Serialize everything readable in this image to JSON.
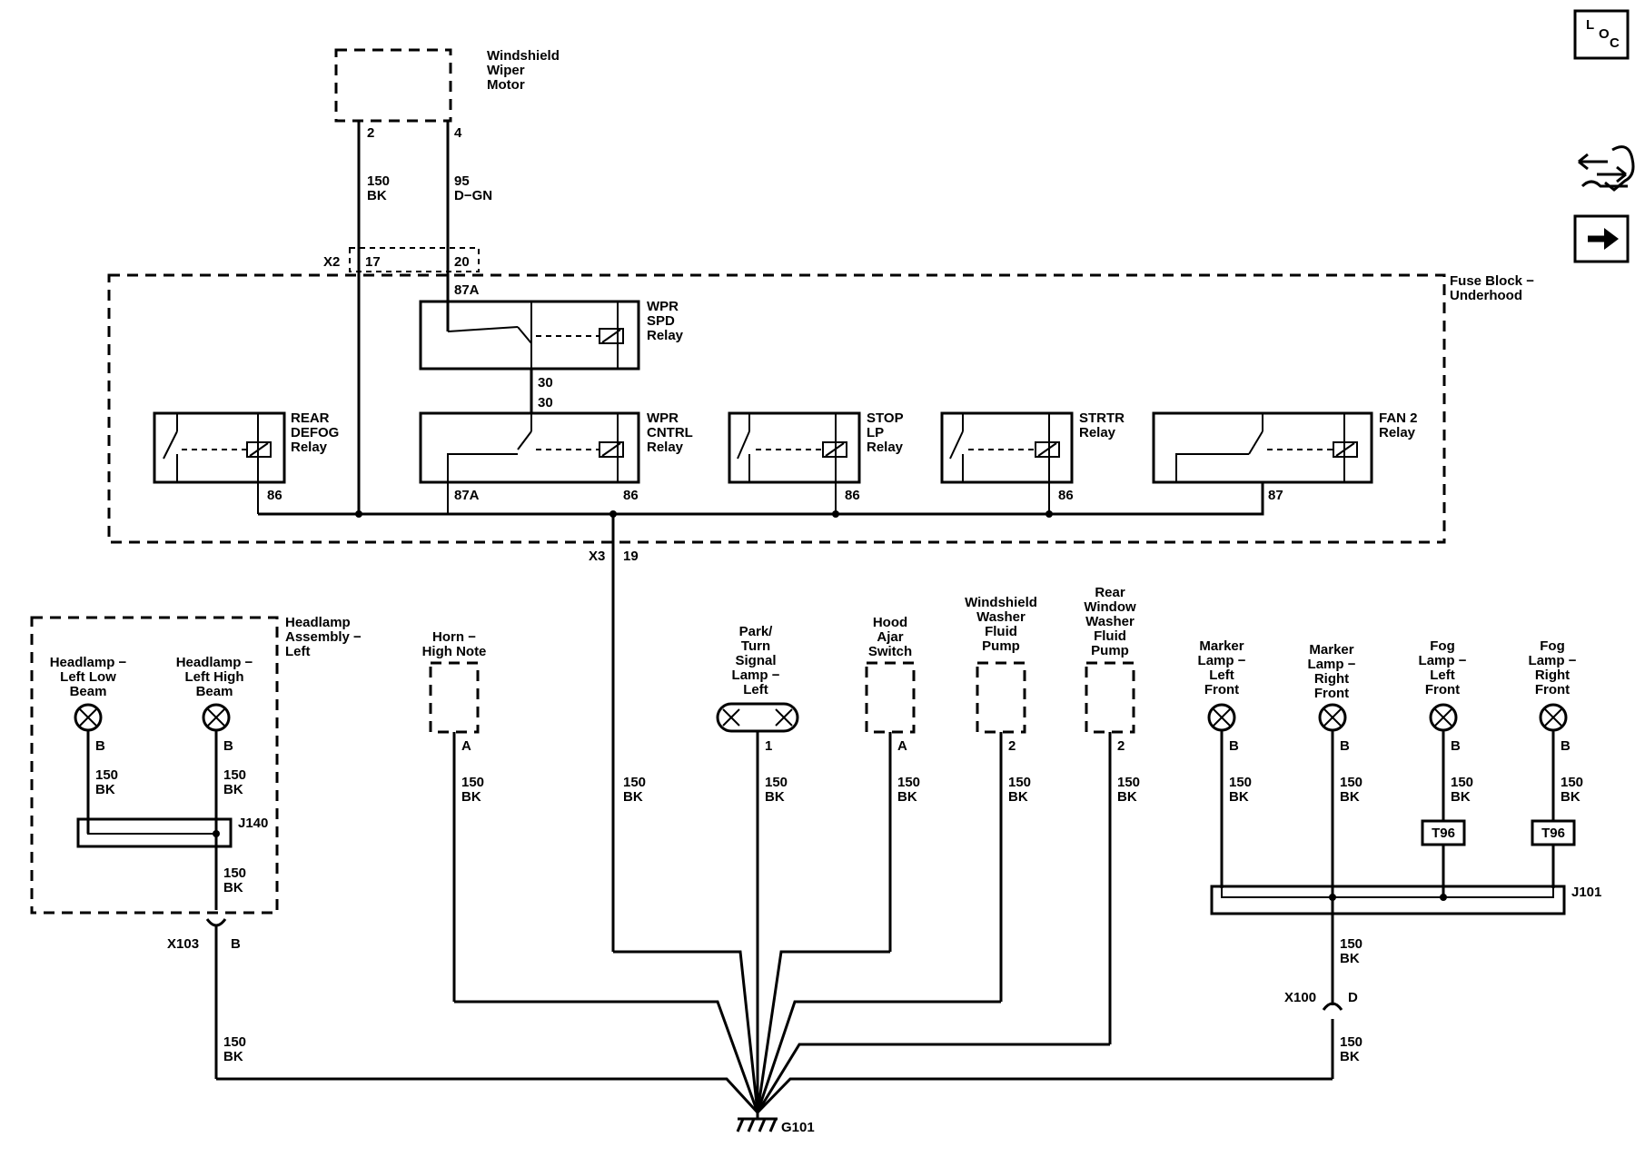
{
  "icons": {
    "loc": "loc-icon",
    "diagnostic": "diagnostic-tools-icon",
    "next": "arrow-right-icon"
  },
  "loc_letters": [
    "L",
    "O",
    "C"
  ],
  "motor": {
    "label": [
      "Windshield",
      "Wiper",
      "Motor"
    ],
    "pin_left": "2",
    "pin_right": "4"
  },
  "wires": {
    "w150": "150",
    "bk": "BK",
    "w95": "95",
    "dgn": "D−GN"
  },
  "fuse_block": {
    "label": [
      "Fuse Block −",
      "Underhood"
    ],
    "x2": "X2",
    "x2_pin_a": "17",
    "x2_pin_b": "20",
    "pin_87a_top": "87A",
    "x3": "X3",
    "x3_pin": "19"
  },
  "relays": {
    "wpr_spd": {
      "label": [
        "WPR",
        "SPD",
        "Relay"
      ],
      "pin_out": "30"
    },
    "wpr_cntrl": {
      "label": [
        "WPR",
        "CNTRL",
        "Relay"
      ],
      "pin_in": "30",
      "pin_87a": "87A",
      "pin_86": "86"
    },
    "rear_defog": {
      "label": [
        "REAR",
        "DEFOG",
        "Relay"
      ],
      "pin": "86"
    },
    "stop_lp": {
      "label": [
        "STOP",
        "LP",
        "Relay"
      ],
      "pin": "86"
    },
    "strtr": {
      "label": [
        "STRTR",
        "Relay"
      ],
      "pin": "86"
    },
    "fan2": {
      "label": [
        "FAN 2",
        "Relay"
      ],
      "pin": "87"
    }
  },
  "headlamp": {
    "assembly": [
      "Headlamp",
      "Assembly −",
      "Left"
    ],
    "low": [
      "Headlamp −",
      "Left Low",
      "Beam"
    ],
    "high": [
      "Headlamp −",
      "Left High",
      "Beam"
    ],
    "pin": "B",
    "splice": "J140",
    "conn": "X103",
    "conn_pin": "B"
  },
  "components": {
    "horn": {
      "label": [
        "Horn −",
        "High Note"
      ],
      "pin": "A"
    },
    "park": {
      "label": [
        "Park/",
        "Turn",
        "Signal",
        "Lamp −",
        "Left"
      ],
      "pin": "1"
    },
    "hood": {
      "label": [
        "Hood",
        "Ajar",
        "Switch"
      ],
      "pin": "A"
    },
    "ws_pump": {
      "label": [
        "Windshield",
        "Washer",
        "Fluid",
        "Pump"
      ],
      "pin": "2"
    },
    "rw_pump": {
      "label": [
        "Rear",
        "Window",
        "Washer",
        "Fluid",
        "Pump"
      ],
      "pin": "2"
    },
    "marker_lf": {
      "label": [
        "Marker",
        "Lamp −",
        "Left",
        "Front"
      ],
      "pin": "B"
    },
    "marker_rf": {
      "label": [
        "Marker",
        "Lamp −",
        "Right",
        "Front"
      ],
      "pin": "B"
    },
    "fog_lf": {
      "label": [
        "Fog",
        "Lamp −",
        "Left",
        "Front"
      ],
      "pin": "B"
    },
    "fog_rf": {
      "label": [
        "Fog",
        "Lamp −",
        "Right",
        "Front"
      ],
      "pin": "B"
    }
  },
  "t96": "T96",
  "j101": "J101",
  "x100": {
    "conn": "X100",
    "pin": "D"
  },
  "ground": "G101"
}
